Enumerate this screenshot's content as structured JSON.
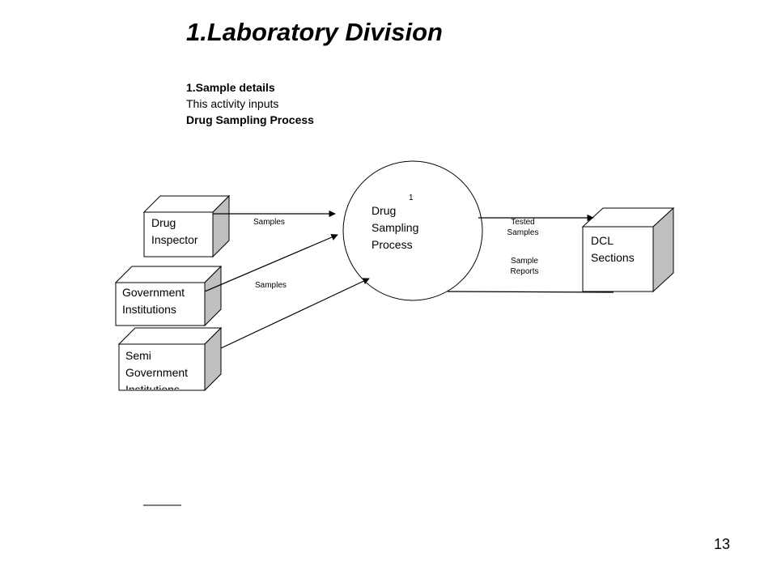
{
  "slide": {
    "title": "1.Laboratory Division",
    "subtitle_bold": "1.Sample details",
    "subtitle_normal": "This activity inputs",
    "subtitle_process": "Drug Sampling Process",
    "page_number": "13"
  },
  "diagram": {
    "process": {
      "number": "1",
      "line1": "Drug",
      "line2": "Sampling",
      "line3": "Process"
    },
    "entities": {
      "drug_inspector": {
        "line1": "Drug",
        "line2": "Inspector"
      },
      "government": {
        "line1": "Government",
        "line2": "Institutions"
      },
      "semi_government": {
        "line1": "Semi",
        "line2": "Government",
        "line3": "Institutions"
      }
    },
    "store": {
      "line1": "DCL",
      "line2": "Sections"
    },
    "flows": {
      "samples_1": "Samples",
      "samples_2": "Samples",
      "tested_1": "Tested",
      "tested_2": "Samples",
      "reports_1": "Sample",
      "reports_2": "Reports"
    }
  }
}
